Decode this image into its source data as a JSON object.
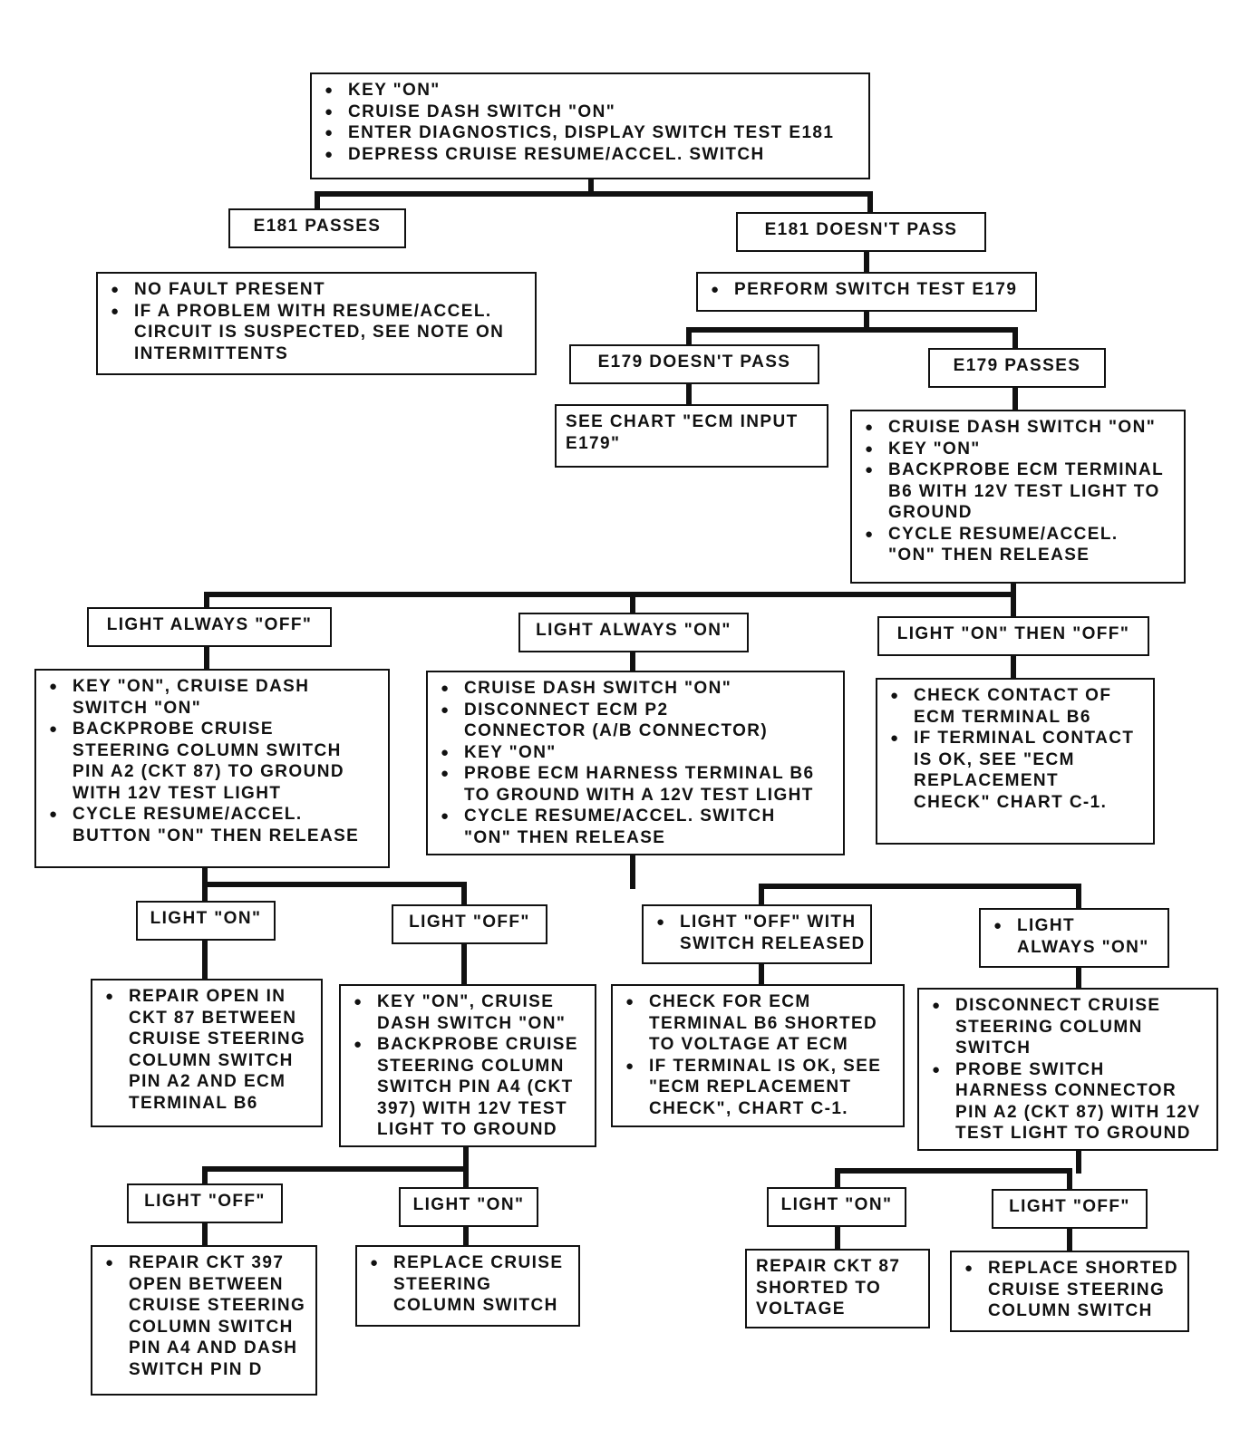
{
  "boxes": {
    "start": [
      "KEY \"ON\"",
      "CRUISE DASH SWITCH \"ON\"",
      "ENTER DIAGNOSTICS, DISPLAY SWITCH TEST E181",
      "DEPRESS CRUISE RESUME/ACCEL. SWITCH"
    ],
    "e181_passes": "E181 PASSES",
    "e181_fails": "E181 DOESN'T PASS",
    "no_fault": [
      "NO FAULT PRESENT",
      "IF A PROBLEM WITH RESUME/ACCEL.",
      "CIRCUIT IS SUSPECTED, SEE NOTE ON",
      "INTERMITTENTS"
    ],
    "perform_e179": "PERFORM SWITCH TEST E179",
    "e179_fails": "E179 DOESN'T PASS",
    "e179_passes": "E179 PASSES",
    "see_chart": [
      "SEE CHART \"ECM INPUT",
      "E179\""
    ],
    "backprobe_b6": [
      "CRUISE DASH SWITCH \"ON\"",
      "KEY \"ON\"",
      "BACKPROBE ECM TERMINAL",
      "B6 WITH 12V TEST LIGHT TO",
      "GROUND",
      "CYCLE RESUME/ACCEL.",
      "\"ON\" THEN RELEASE"
    ],
    "always_off": "LIGHT ALWAYS \"OFF\"",
    "always_on": "LIGHT ALWAYS \"ON\"",
    "on_then_off": "LIGHT \"ON\" THEN \"OFF\"",
    "left_steps": [
      "KEY \"ON\", CRUISE DASH",
      "SWITCH \"ON\"",
      "BACKPROBE CRUISE",
      "STEERING COLUMN SWITCH",
      "PIN A2 (CKT 87) TO GROUND",
      "WITH 12V TEST LIGHT",
      "CYCLE RESUME/ACCEL.",
      "BUTTON \"ON\" THEN RELEASE"
    ],
    "mid_steps": [
      "CRUISE DASH SWITCH \"ON\"",
      "DISCONNECT ECM P2",
      "CONNECTOR (A/B CONNECTOR)",
      "KEY \"ON\"",
      "PROBE ECM HARNESS TERMINAL B6",
      "TO GROUND WITH A 12V TEST LIGHT",
      "CYCLE RESUME/ACCEL. SWITCH",
      "\"ON\" THEN RELEASE"
    ],
    "check_contact": [
      "CHECK CONTACT OF",
      "ECM TERMINAL B6",
      "IF TERMINAL CONTACT",
      "IS OK, SEE \"ECM",
      "REPLACEMENT",
      "CHECK\" CHART C-1."
    ],
    "l_light_on": "LIGHT \"ON\"",
    "l_light_off": "LIGHT \"OFF\"",
    "m_off_released": [
      "LIGHT \"OFF\" WITH",
      "SWITCH RELEASED"
    ],
    "m_always_on": [
      "LIGHT",
      "ALWAYS \"ON\""
    ],
    "repair_open_87": [
      "REPAIR OPEN IN",
      "CKT 87 BETWEEN",
      "CRUISE STEERING",
      "COLUMN SWITCH",
      "PIN A2 AND ECM",
      "TERMINAL B6"
    ],
    "backprobe_a4": [
      "KEY \"ON\", CRUISE",
      "DASH SWITCH \"ON\"",
      "BACKPROBE CRUISE",
      "STEERING COLUMN",
      "SWITCH PIN A4 (CKT",
      "397) WITH 12V TEST",
      "LIGHT TO GROUND"
    ],
    "check_b6_short": [
      "CHECK FOR ECM",
      "TERMINAL B6 SHORTED",
      "TO VOLTAGE AT ECM",
      "IF TERMINAL IS OK, SEE",
      "\"ECM REPLACEMENT",
      "CHECK\", CHART C-1."
    ],
    "disconnect_switch": [
      "DISCONNECT CRUISE",
      "STEERING COLUMN",
      "SWITCH",
      "PROBE SWITCH",
      "HARNESS CONNECTOR",
      "PIN A2 (CKT 87) WITH 12V",
      "TEST LIGHT TO GROUND"
    ],
    "a4_light_off": "LIGHT \"OFF\"",
    "a4_light_on": "LIGHT \"ON\"",
    "r_light_on": "LIGHT \"ON\"",
    "r_light_off": "LIGHT \"OFF\"",
    "repair_397": [
      "REPAIR CKT 397",
      "OPEN BETWEEN",
      "CRUISE STEERING",
      "COLUMN SWITCH",
      "PIN A4 AND DASH",
      "SWITCH PIN D"
    ],
    "replace_switch": [
      "REPLACE CRUISE",
      "STEERING",
      "COLUMN SWITCH"
    ],
    "repair_87_short": [
      "REPAIR CKT 87",
      "SHORTED TO",
      "VOLTAGE"
    ],
    "replace_shorted": [
      "REPLACE SHORTED",
      "CRUISE STEERING",
      "COLUMN SWITCH"
    ]
  }
}
